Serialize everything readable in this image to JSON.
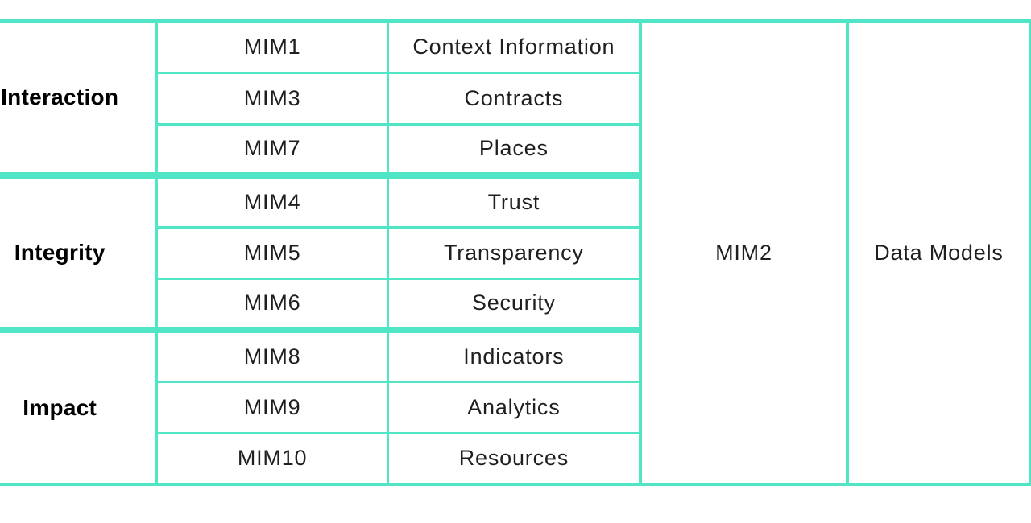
{
  "colors": {
    "border": "#50e5c5",
    "cell_text": "#1f1f1f",
    "category_text": "#000000",
    "background": "#ffffff"
  },
  "table": {
    "groups": [
      {
        "category": "Interaction",
        "rows": [
          {
            "mim": "MIM1",
            "keyword": "Context Information"
          },
          {
            "mim": "MIM3",
            "keyword": "Contracts"
          },
          {
            "mim": "MIM7",
            "keyword": "Places"
          }
        ]
      },
      {
        "category": "Integrity",
        "rows": [
          {
            "mim": "MIM4",
            "keyword": "Trust"
          },
          {
            "mim": "MIM5",
            "keyword": "Transparency"
          },
          {
            "mim": "MIM6",
            "keyword": "Security"
          }
        ]
      },
      {
        "category": "Impact",
        "rows": [
          {
            "mim": "MIM8",
            "keyword": "Indicators"
          },
          {
            "mim": "MIM9",
            "keyword": "Analytics"
          },
          {
            "mim": "MIM10",
            "keyword": "Resources"
          }
        ]
      }
    ],
    "merged_mim": {
      "label": "MIM2"
    },
    "merged_keyword": {
      "label": "Data Models"
    }
  }
}
